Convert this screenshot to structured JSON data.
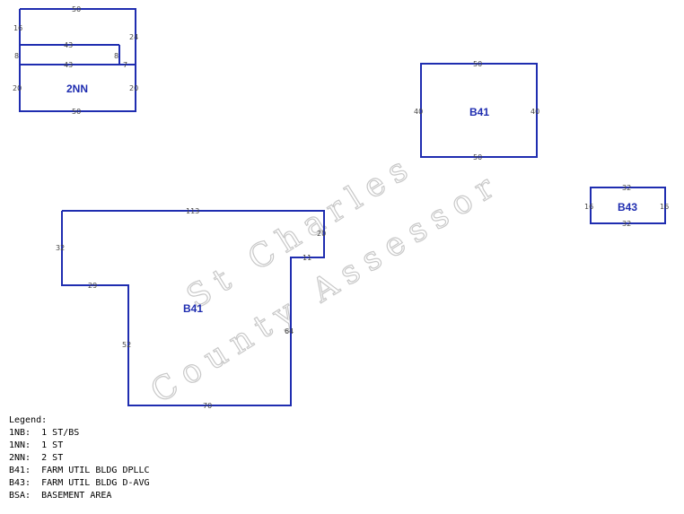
{
  "shapes": [
    {
      "id": "2NN",
      "label": "2NN",
      "dims": [
        "50",
        "16",
        "24",
        "43",
        "8",
        "8",
        "43",
        "7",
        "20",
        "20",
        "50"
      ]
    },
    {
      "id": "B41-upper",
      "label": "B41",
      "dims": [
        "50",
        "40",
        "40",
        "50"
      ]
    },
    {
      "id": "B43",
      "label": "B43",
      "dims": [
        "32",
        "16",
        "16",
        "32"
      ]
    },
    {
      "id": "B41-lower",
      "label": "B41",
      "dims": [
        "113",
        "32",
        "20",
        "11",
        "29",
        "52",
        "64",
        "70"
      ]
    }
  ],
  "watermark": {
    "line1": "St Charles",
    "line2": "County Assessor"
  },
  "legend": {
    "title": "Legend:",
    "entries": [
      {
        "code": "1NB:",
        "desc": "1 ST/BS"
      },
      {
        "code": "1NN:",
        "desc": "1 ST"
      },
      {
        "code": "2NN:",
        "desc": "2 ST"
      },
      {
        "code": "B41:",
        "desc": "FARM UTIL BLDG DPLLC"
      },
      {
        "code": "B43:",
        "desc": "FARM UTIL BLDG D-AVG"
      },
      {
        "code": "BSA:",
        "desc": "BASEMENT AREA"
      }
    ]
  },
  "colors": {
    "outline": "#1f2db0",
    "dimension_text": "#444444",
    "watermark": "#c8c8c8"
  }
}
